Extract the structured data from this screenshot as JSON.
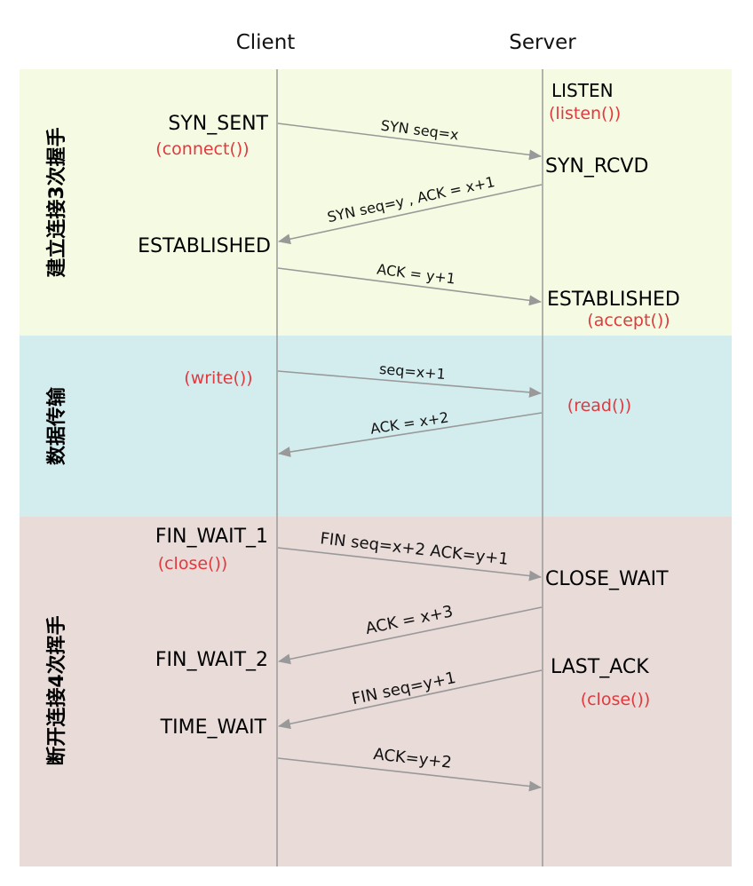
{
  "colors": {
    "handshake_bg": "#f4fbe2",
    "transfer_bg": "#d3edef",
    "teardown_bg": "#e8dbd8",
    "lifeline": "#999999",
    "arrow": "#999999",
    "call_text": "#e0393e"
  },
  "headers": {
    "client": "Client",
    "server": "Server"
  },
  "phases": {
    "handshake": "建立连接3次握手",
    "transfer": "数据传输",
    "teardown": "断开连接4次挥手"
  },
  "client": {
    "syn_sent": "SYN_SENT",
    "connect": "(connect())",
    "established": "ESTABLISHED",
    "write": "(write())",
    "fin_wait_1": "FIN_WAIT_1",
    "close": "(close())",
    "fin_wait_2": "FIN_WAIT_2",
    "time_wait": "TIME_WAIT"
  },
  "server": {
    "listen": "LISTEN",
    "listen_call": "(listen())",
    "syn_rcvd": "SYN_RCVD",
    "established": "ESTABLISHED",
    "accept": "(accept())",
    "read": "(read())",
    "close_wait": "CLOSE_WAIT",
    "last_ack": "LAST_ACK",
    "close": "(close())"
  },
  "messages": {
    "m1": "SYN seq=x",
    "m2": "SYN seq=y , ACK = x+1",
    "m3": "ACK = y+1",
    "m4": "seq=x+1",
    "m5": "ACK = x+2",
    "m6": "FIN seq=x+2 ACK=y+1",
    "m7": "ACK = x+3",
    "m8": "FIN seq=y+1",
    "m9": "ACK=y+2"
  }
}
